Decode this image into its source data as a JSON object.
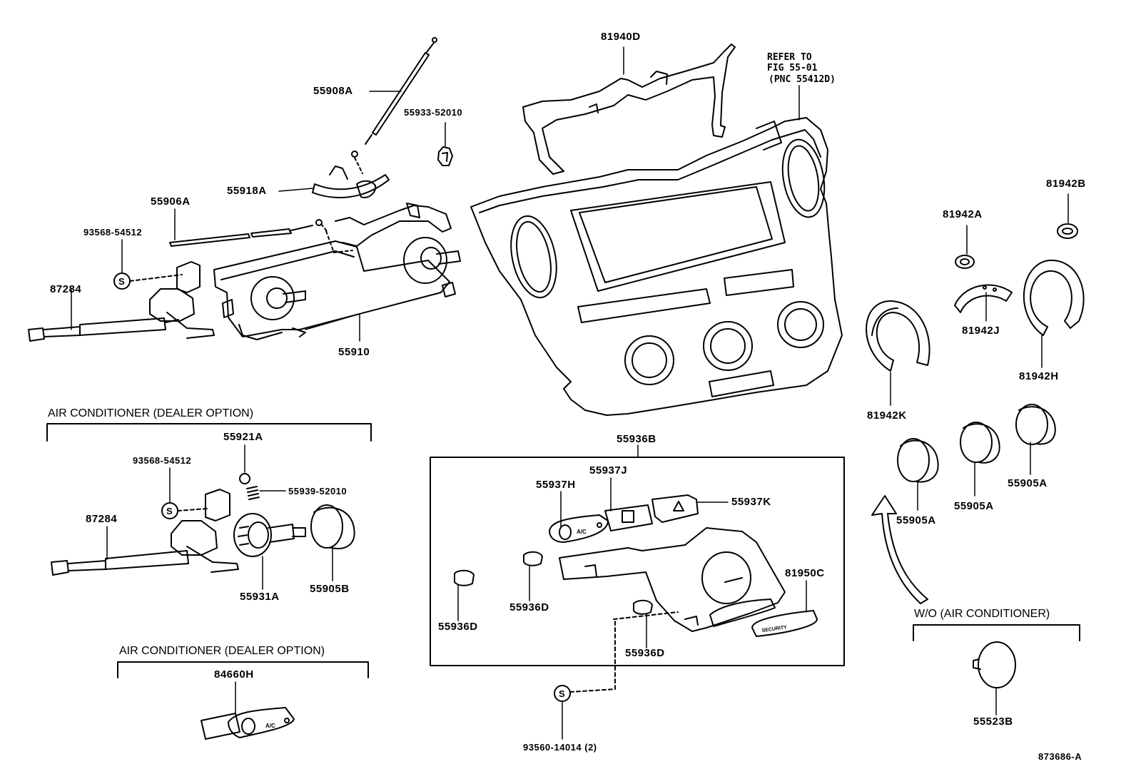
{
  "refer_note": {
    "line1": "REFER TO",
    "line2": "FIG 55-01",
    "line3": "(PNC 55412D)"
  },
  "part_labels": {
    "p55908A": "55908A",
    "p55933_52010": "55933-52010",
    "p55918A": "55918A",
    "p55906A": "55906A",
    "p93568_54512_top": "93568-54512",
    "p87284_top": "87284",
    "p55910": "55910",
    "p81940D": "81940D",
    "p81942B": "81942B",
    "p81942A": "81942A",
    "p81942J": "81942J",
    "p81942H": "81942H",
    "p81942K": "81942K",
    "p55921A": "55921A",
    "p93568_54512_mid": "93568-54512",
    "p55939_52010": "55939-52010",
    "p87284_mid": "87284",
    "p55931A": "55931A",
    "p55905B": "55905B",
    "p84660H": "84660H",
    "p55936B": "55936B",
    "p55937J": "55937J",
    "p55937H": "55937H",
    "p55937K": "55937K",
    "p81950C": "81950C",
    "p55936D_a": "55936D",
    "p55936D_b": "55936D",
    "p55936D_c": "55936D",
    "p93560_14014": "93560-14014 (2)",
    "p55905A_a": "55905A",
    "p55905A_b": "55905A",
    "p55905A_c": "55905A",
    "p55523B": "55523B"
  },
  "group_headers": {
    "ac_dealer_option_1": "AIR CONDITIONER (DEALER OPTION)",
    "ac_dealer_option_2": "AIR CONDITIONER (DEALER OPTION)",
    "wo_air_conditioner": "W/O (AIR CONDITIONER)"
  },
  "symbols": {
    "screw_marker": "S"
  },
  "part_markings": {
    "ac_button": "A/C",
    "security_plate": "SECURITY"
  },
  "figure_id": "873686-A"
}
